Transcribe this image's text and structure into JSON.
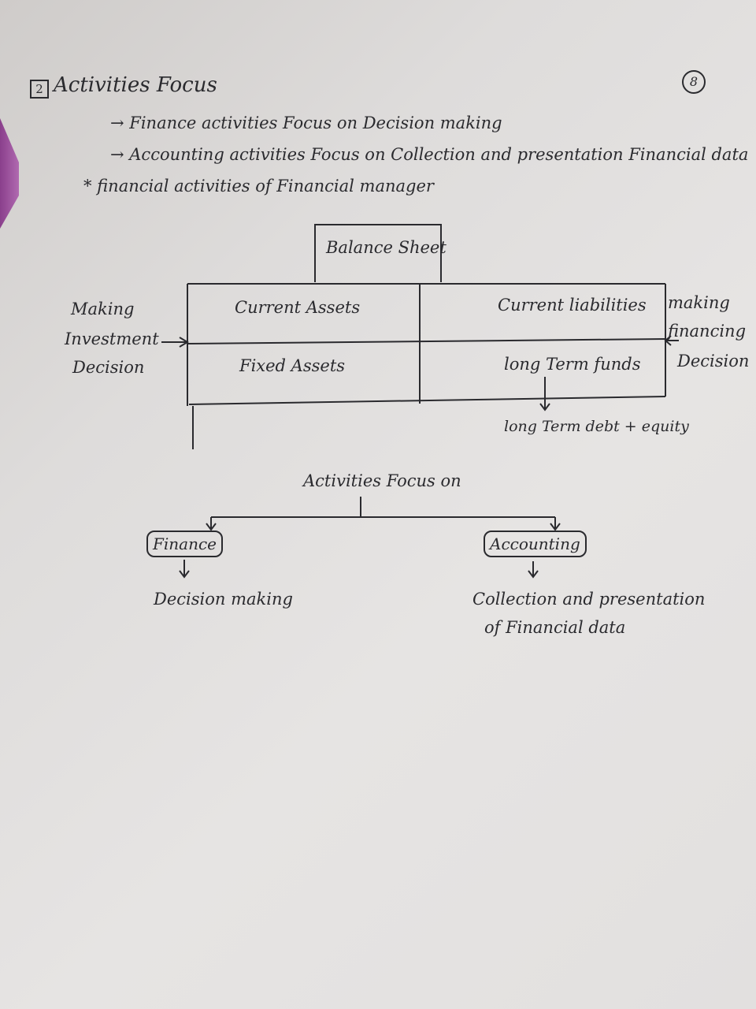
{
  "page_number": "8",
  "section_number": "2",
  "section_title": "Activities Focus",
  "bullets": [
    "→ Finance activities Focus on Decision making",
    "→ Accounting activities Focus on Collection and presentation Financial data"
  ],
  "star_note": "* financial activities of Financial manager",
  "balance_sheet": {
    "title": "Balance Sheet",
    "current_assets": "Current Assets",
    "current_liabilities": "Current liabilities",
    "fixed_assets": "Fixed Assets",
    "long_term_funds": "long Term funds",
    "long_term_detail": "long Term debt + equity",
    "left_label": [
      "Making",
      "Investment",
      "Decision"
    ],
    "right_label": [
      "making",
      "financing",
      "Decision"
    ]
  },
  "tree": {
    "root": "Activities Focus on",
    "left_node": "Finance",
    "left_leaf": "Decision making",
    "right_node": "Accounting",
    "right_leaf_lines": [
      "Collection and presentation",
      "of Financial data"
    ]
  },
  "colors": {
    "ink": "#2a2a2e",
    "paper": "#e2e0df",
    "edge": "#8a3f8c"
  }
}
